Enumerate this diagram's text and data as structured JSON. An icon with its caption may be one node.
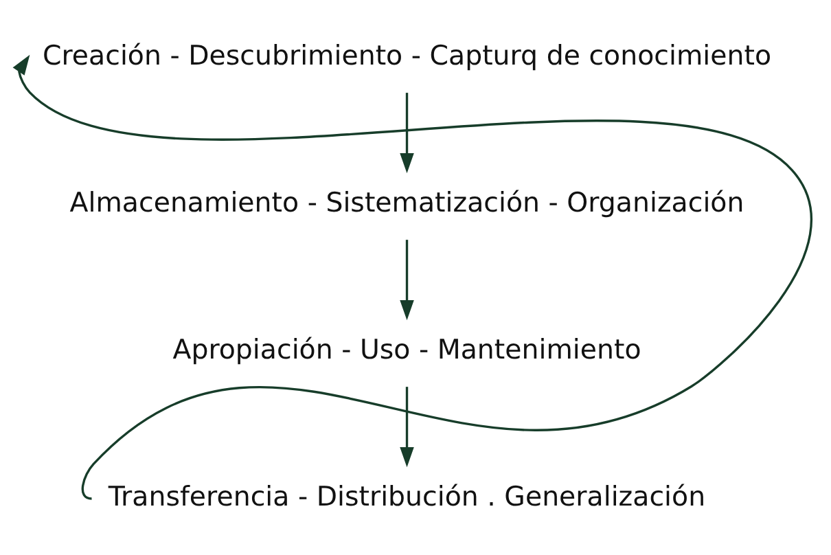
{
  "diagram": {
    "nodes": [
      {
        "text": [
          "Creación - Descubrimiento - Capturq de conocimiento"
        ]
      },
      {
        "text": [
          "Almacenamiento - Sistematización - Organización"
        ]
      },
      {
        "text": [
          "Apropiación - Uso - Mantenimiento"
        ]
      },
      {
        "text": [
          "Transferencia - Distribución . Generalización"
        ]
      }
    ],
    "edges": [
      {
        "from": 0,
        "to": 1,
        "arrow": "to"
      },
      {
        "from": 1,
        "to": 2,
        "arrow": "to"
      },
      {
        "from": 2,
        "to": 3,
        "arrow": "to"
      },
      {
        "from": 3,
        "to": 0,
        "arrow": "to"
      }
    ]
  }
}
